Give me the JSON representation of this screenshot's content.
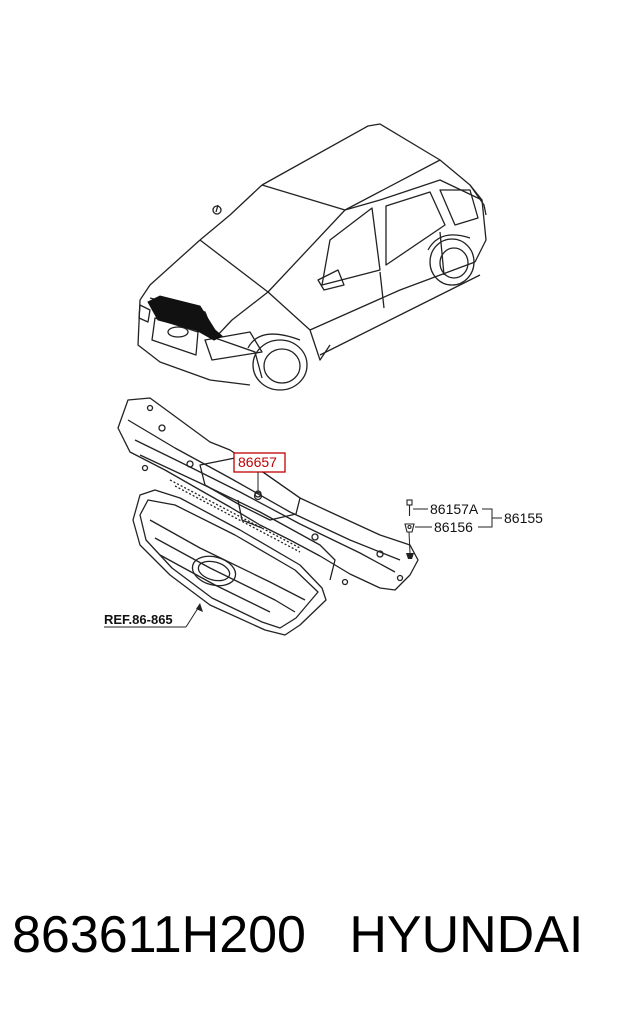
{
  "callouts": {
    "highlighted": "86657",
    "bolt": "86157A",
    "clip": "86156",
    "group": "86155",
    "ref": "REF.86-865"
  },
  "caption": {
    "part_number": "863611H200",
    "brand": "HYUNDAI"
  },
  "colors": {
    "highlight": "#c00000",
    "line": "#222222"
  }
}
